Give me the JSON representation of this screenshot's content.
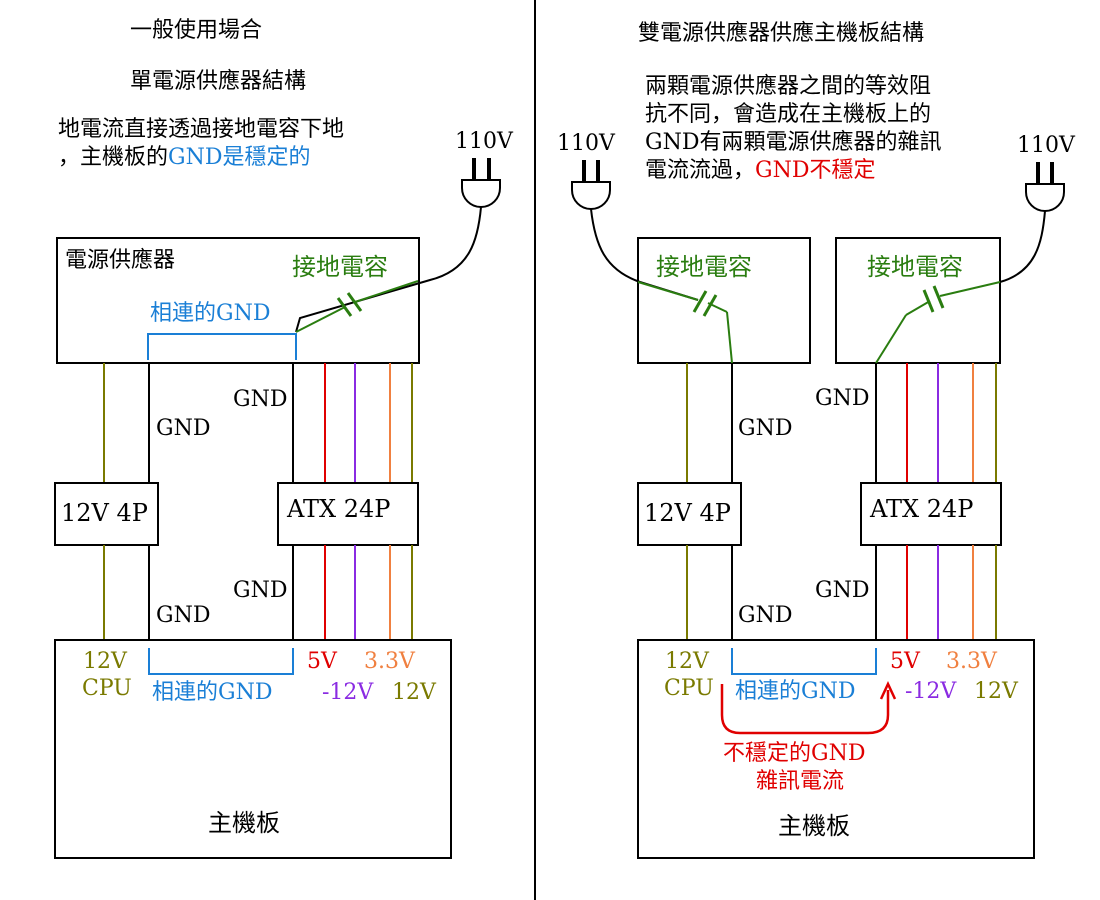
{
  "colors": {
    "black": "#000000",
    "olive": "#7a7a00",
    "blue": "#1a7fd6",
    "green": "#2a7d10",
    "red": "#e00000",
    "purple": "#8a2be2",
    "orange": "#f08040"
  },
  "left": {
    "title": "一般使用場合",
    "subtitle": "單電源供應器結構",
    "desc_line1": "地電流直接透過接地電容下地",
    "desc_line2_black": "，主機板的",
    "desc_line2_blue": "GND是穩定的",
    "plug_voltage": "110V",
    "psu_label": "電源供應器",
    "capacitor_label": "接地電容",
    "gnd_linked": "相連的GND",
    "gnd_labels": [
      "GND",
      "GND",
      "GND",
      "GND"
    ],
    "connector_12v": "12V 4P",
    "connector_atx": "ATX 24P",
    "mb_labels": {
      "v12": "12V",
      "cpu": "CPU",
      "v5": "5V",
      "v33": "3.3V",
      "vneg12": "-12V",
      "v12b": "12V"
    },
    "mb_gnd_linked": "相連的GND",
    "motherboard": "主機板"
  },
  "right": {
    "title": "雙電源供應器供應主機板結構",
    "desc_line1": "兩顆電源供應器之間的等效阻",
    "desc_line2": "抗不同，會造成在主機板上的",
    "desc_line3": "GND有兩顆電源供應器的雜訊",
    "desc_line4_black": "電流流過，",
    "desc_line4_red": "GND不穩定",
    "plug_voltage_left": "110V",
    "plug_voltage_right": "110V",
    "capacitor_label_a": "接地電容",
    "capacitor_label_b": "接地電容",
    "gnd_labels": [
      "GND",
      "GND",
      "GND",
      "GND"
    ],
    "connector_12v": "12V 4P",
    "connector_atx": "ATX 24P",
    "mb_labels": {
      "v12": "12V",
      "cpu": "CPU",
      "v5": "5V",
      "v33": "3.3V",
      "vneg12": "-12V",
      "v12b": "12V"
    },
    "mb_gnd_linked": "相連的GND",
    "unstable_gnd": "不穩定的GND",
    "noise_current": "雜訊電流",
    "motherboard": "主機板"
  }
}
